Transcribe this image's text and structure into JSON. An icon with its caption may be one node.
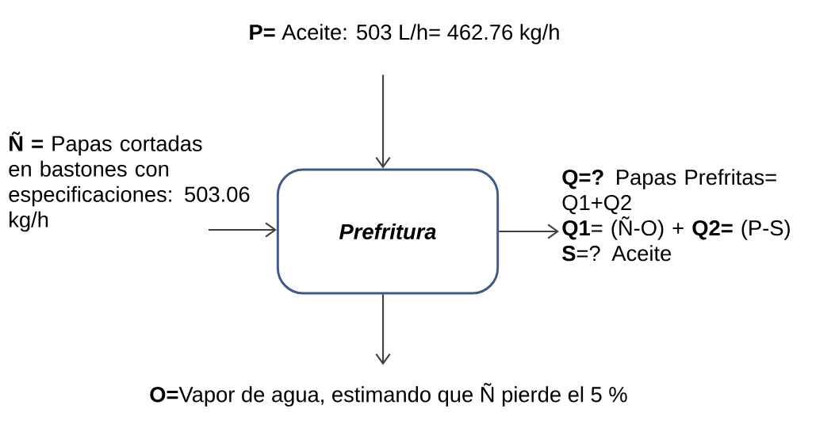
{
  "diagram": {
    "nodes": [
      {
        "text": [
          "Prefritura"
        ]
      },
      {
        "text": [
          "**P=** Aceite: 503 L/h= 462.76 kg/h"
        ]
      },
      {
        "text": [
          "**Ñ =** Papas cortadas en bastones con especificaciones: 503.06 kg/h"
        ]
      },
      {
        "text": [
          "**Q=?** Papas Prefritas= Q1+Q2",
          "**Q1**= (Ñ-O) + **Q2=** (P-S)",
          "**S**=? Aceite"
        ]
      },
      {
        "text": [
          "**O=**Vapor de agua, estimando que Ñ pierde el 5 %"
        ]
      }
    ],
    "edges": [
      {
        "from": 1,
        "to": 0,
        "arrow": "to"
      },
      {
        "from": 2,
        "to": 0,
        "arrow": "to"
      },
      {
        "from": 0,
        "to": 3,
        "arrow": "to"
      },
      {
        "from": 0,
        "to": 4,
        "arrow": "to"
      }
    ]
  }
}
